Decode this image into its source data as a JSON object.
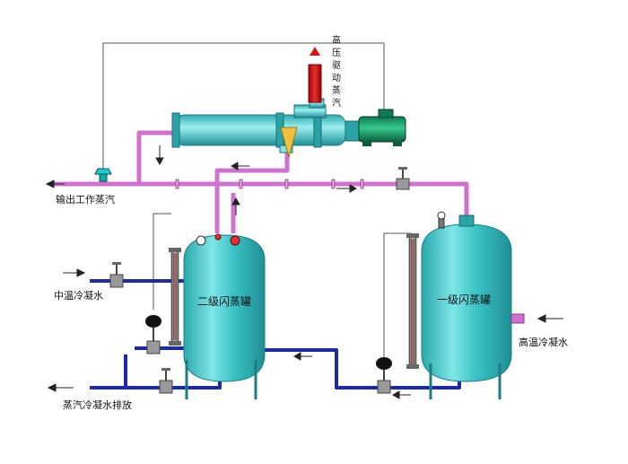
{
  "labels": {
    "output_steam": "输出工作蒸汽",
    "mid_temp_water": "中温冷凝水",
    "condensate_drain": "蒸汽冷凝水排放",
    "high_temp_water": "高温冷凝水",
    "tank_secondary": "二级闪蒸罐",
    "tank_primary": "一级闪蒸罐",
    "drive_steam_chars": [
      "高",
      "压",
      "驱",
      "动",
      "蒸",
      "汽"
    ]
  },
  "colors": {
    "steam_pipe": "#d070d0",
    "water_pipe": "#1a2aa8",
    "tank_body": "#40c8c8",
    "tank_highlight": "#bff5f5",
    "drive_steam": "#d01818",
    "control_line": "#555555"
  }
}
